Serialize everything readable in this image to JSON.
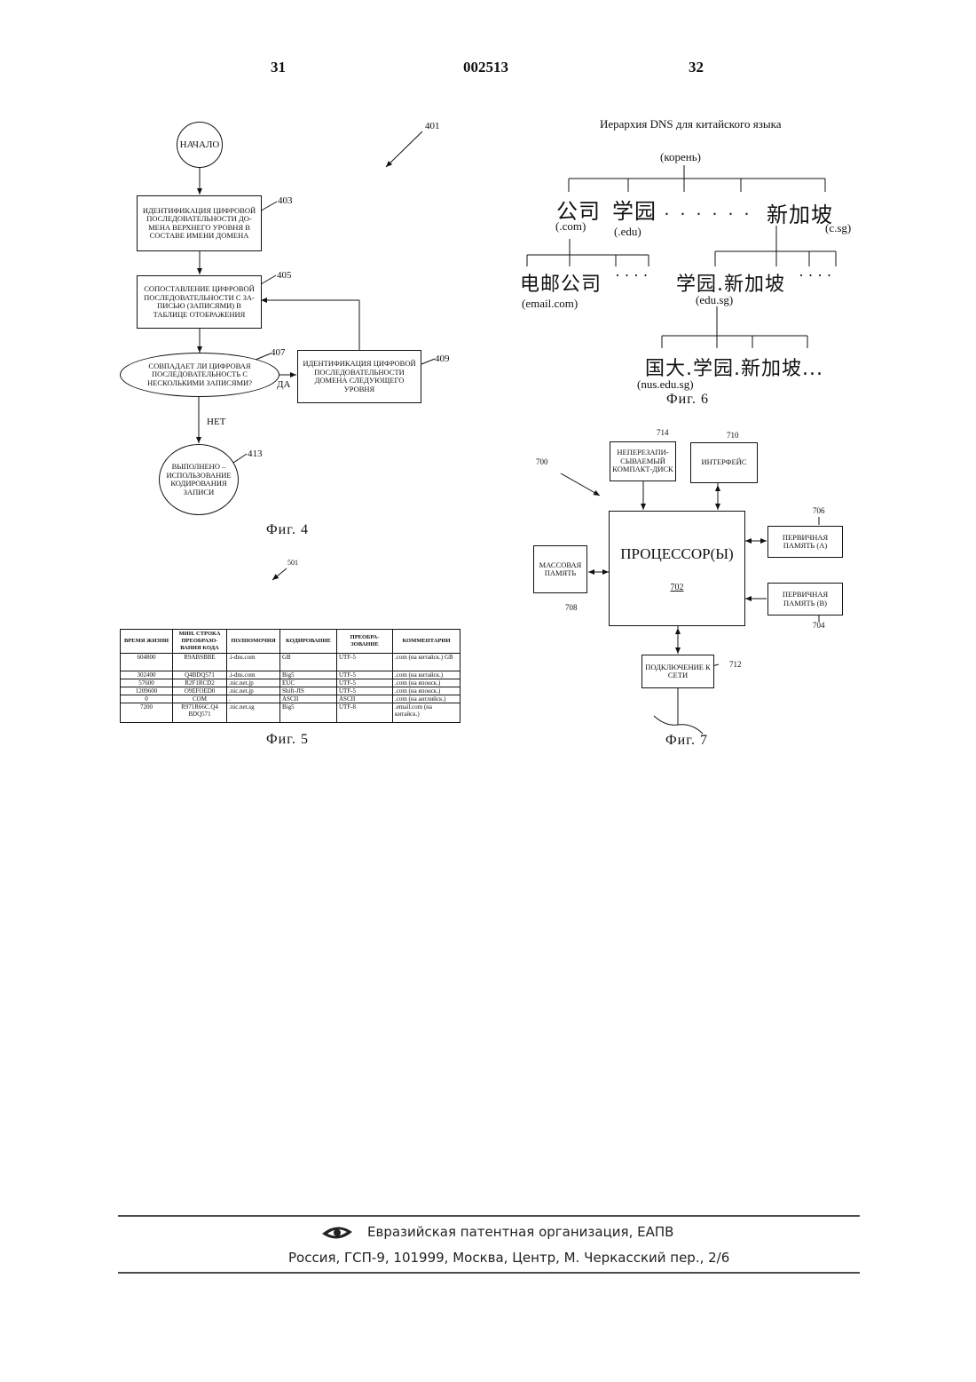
{
  "header": {
    "left_page": "31",
    "doc_number": "002513",
    "right_page": "32"
  },
  "fig4": {
    "ref": "401",
    "start": "НАЧАЛО",
    "step403": {
      "ref": "403",
      "text": "ИДЕНТИФИКАЦИЯ ЦИФРОВОЙ ПОСЛЕДОВАТЕЛЬНОСТИ ДО-МЕНА ВЕРХНЕГО УРОВНЯ В СОСТАВЕ ИМЕНИ ДОМЕНА"
    },
    "step405": {
      "ref": "405",
      "text": "СОПОСТАВЛЕНИЕ ЦИФРОВОЙ ПОСЛЕДОВАТЕЛЬНОСТИ С ЗА-ПИСЬЮ (ЗАПИСЯМИ) В ТАБЛИЦЕ ОТОБРАЖЕНИЯ"
    },
    "step407": {
      "ref": "407",
      "text": "СОВПАДАЕТ ЛИ ЦИФРОВАЯ ПОСЛЕДОВАТЕЛЬНОСТЬ С НЕСКОЛЬКИМИ ЗАПИСЯМИ?"
    },
    "step409": {
      "ref": "409",
      "text": "ИДЕНТИФИКАЦИЯ ЦИФРОВОЙ ПОСЛЕДОВАТЕЛЬНОСТИ ДОМЕНА СЛЕДУЮЩЕГО УРОВНЯ"
    },
    "yes": "ДА",
    "no": "НЕТ",
    "step413": {
      "ref": "413",
      "text": "ВЫПОЛНЕНО – ИСПОЛЬЗОВАНИЕ КОДИРОВАНИЯ ЗАПИСИ"
    },
    "caption": "Фиг. 4"
  },
  "fig5": {
    "ref": "501",
    "columns": [
      "ВРЕМЯ ЖИЗНИ",
      "МИН. СТРОКА ПРЕОБРАЗО-ВАНИЯ КОДА",
      "ПОЛНОМОЧИЯ",
      "КОДИРОВАНИЕ",
      "ПРЕОБРА-ЗОВАНИЕ",
      "КОММЕНТАРИИ"
    ],
    "rows": [
      [
        "604800",
        "R9ABSBBE",
        ".i-dns.com",
        "GB",
        "UTF-5",
        ".com (на китайск.) GB"
      ],
      [
        "302400",
        "Q4BDQ571",
        ".i-dns.com",
        "Big5",
        "UTF-5",
        ".com (на китайск.)"
      ],
      [
        "57600",
        "R2F1RCD2",
        ".nic.net.jp",
        "EUC",
        "UTF-5",
        ".com (на японск.)"
      ],
      [
        "1209600",
        "O9EFOED0",
        ".nic.net.jp",
        "Shift-JIS",
        "UTF-5",
        ".com (на японск.)"
      ],
      [
        "0",
        "COM",
        ".",
        "ASCII",
        "ASCII",
        ".com (на английск.)"
      ],
      [
        "7200",
        "R971R66C.Q4 BDQ571",
        ".nic.net.sg",
        "Big5",
        "UTF-8",
        ".email.com (на китайск.)"
      ]
    ],
    "caption": "Фиг. 5"
  },
  "fig6": {
    "title": "Иерархия DNS для китайского языка",
    "root": "(корень)",
    "com_cjk": "公司",
    "com": "(.com)",
    "edu_cjk": "学园",
    "edu": "(.edu)",
    "dots": ". . . . . .",
    "sg_cjk": "新加坡",
    "sg": "(c.sg)",
    "email_cjk": "电邮公司",
    "email": "(email.com)",
    "dots2": "· · · ·",
    "edusg_cjk": "学园.新加坡",
    "edusg": "(edu.sg)",
    "dots3": "· · · ·",
    "nus_cjk": "国大.学园.新加坡...",
    "nus": "(nus.edu.sg)",
    "caption": "Фиг. 6"
  },
  "fig7": {
    "ref": "700",
    "cd": {
      "ref": "714",
      "text": "НЕПЕРЕЗАПИ-СЫВАЕМЫЙ КОМПАКТ-ДИСК"
    },
    "iface": {
      "ref": "710",
      "text": "ИНТЕРФЕЙС"
    },
    "cpu": {
      "ref": "702",
      "text": "ПРОЦЕССОР(Ы)"
    },
    "memA": {
      "ref": "706",
      "text": "ПЕРВИЧНАЯ ПАМЯТЬ (А)"
    },
    "memB": {
      "ref": "704",
      "text": "ПЕРВИЧНАЯ ПАМЯТЬ (b)"
    },
    "mass": {
      "ref": "708",
      "text": "МАССОВАЯ ПАМЯТЬ"
    },
    "net": {
      "ref": "712",
      "text": "ПОДКЛЮЧЕНИЕ К СЕТИ"
    },
    "caption": "Фиг. 7"
  },
  "footer": {
    "org": "Евразийская патентная организация, ЕАПВ",
    "address": "Россия, ГСП-9, 101999, Москва, Центр, М. Черкасский пер., 2/6"
  }
}
